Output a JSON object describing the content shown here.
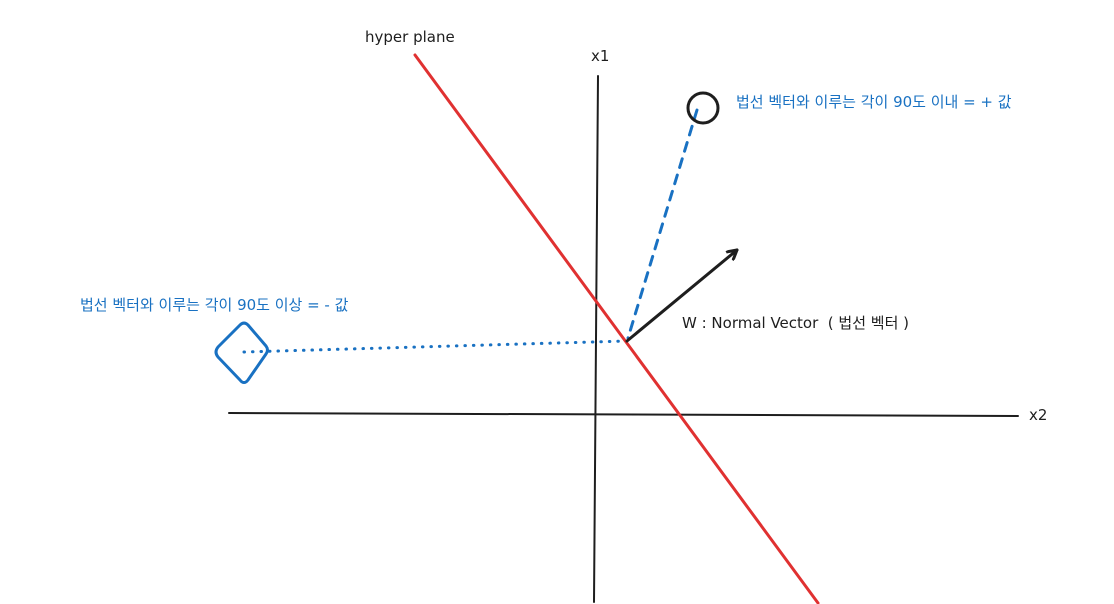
{
  "labels": {
    "hyperplane": "hyper plane",
    "x1_axis": "x1",
    "x2_axis": "x2",
    "positive_annotation": "법선 벡터와 이루는 각이 90도 이내 = + 값",
    "negative_annotation": "법선 벡터와 이루는 각이 90도 이상 = - 값",
    "normal_vector": "W : Normal Vector  ( 법선 벡터 )"
  },
  "colors": {
    "axis": "#1e1e1e",
    "hyperplane": "#e03131",
    "annotation": "#1971c2",
    "normal_vector": "#1e1e1e",
    "positive_point": "#1e1e1e",
    "negative_point": "#1971c2"
  },
  "shapes": {
    "positive_point": "circle",
    "negative_point": "diamond"
  }
}
